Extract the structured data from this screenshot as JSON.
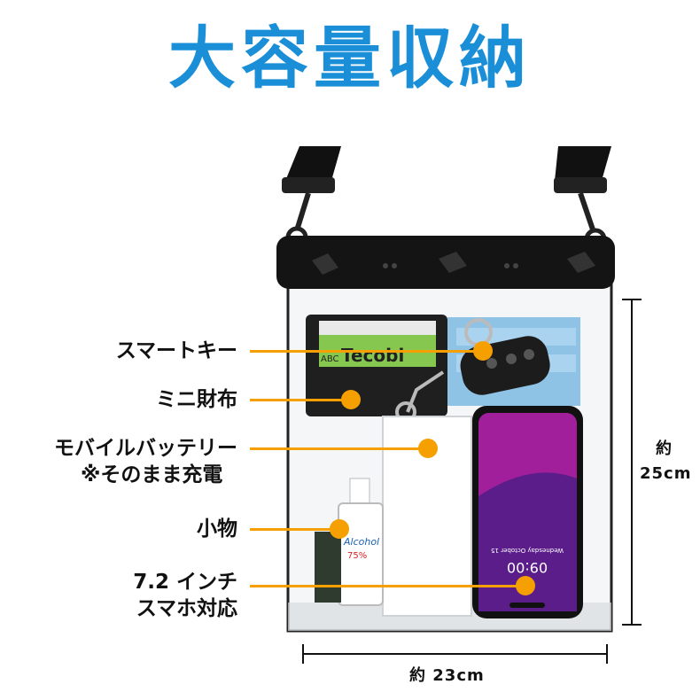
{
  "title": "大容量収納",
  "colors": {
    "title": "#1a8fd8",
    "accent": "#f5a000",
    "line": "#111111"
  },
  "callouts": [
    {
      "id": "smart-key",
      "lines": [
        "スマートキー"
      ]
    },
    {
      "id": "mini-wallet",
      "lines": [
        "ミニ財布"
      ]
    },
    {
      "id": "battery",
      "lines": [
        "モバイルバッテリー",
        "※そのまま充電"
      ]
    },
    {
      "id": "small-items",
      "lines": [
        "小物"
      ]
    },
    {
      "id": "smartphone",
      "lines": [
        "7.2 インチ",
        "スマホ対応"
      ]
    }
  ],
  "dimensions": {
    "height_prefix": "約",
    "height_value": "25cm",
    "width_label": "約 23cm"
  },
  "product_text": {
    "card_brand": "Tecobi",
    "card_prefix": "ABC",
    "sanitizer_brand": "Alcohol",
    "sanitizer_sub": "75%",
    "phone_time": "09:00",
    "phone_date": "Wednesday October 15"
  },
  "icons": {
    "strap": "strap-icon",
    "clip": "clip-icon"
  }
}
